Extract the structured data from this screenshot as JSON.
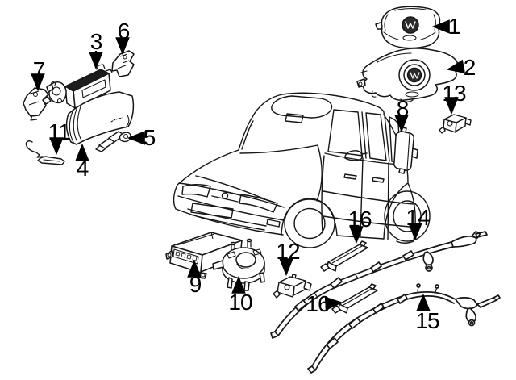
{
  "canvas": {
    "background": "#ffffff",
    "line_color": "#161616",
    "label_color": "#000000"
  },
  "callouts": [
    {
      "id": "1",
      "label": "1"
    },
    {
      "id": "2",
      "label": "2"
    },
    {
      "id": "3",
      "label": "3"
    },
    {
      "id": "4",
      "label": "4"
    },
    {
      "id": "5",
      "label": "5"
    },
    {
      "id": "6",
      "label": "6"
    },
    {
      "id": "7",
      "label": "7"
    },
    {
      "id": "8",
      "label": "8"
    },
    {
      "id": "9",
      "label": "9"
    },
    {
      "id": "10",
      "label": "10"
    },
    {
      "id": "11",
      "label": "11"
    },
    {
      "id": "12",
      "label": "12"
    },
    {
      "id": "13",
      "label": "13"
    },
    {
      "id": "14",
      "label": "14"
    },
    {
      "id": "15",
      "label": "15"
    },
    {
      "id": "16a",
      "label": "16"
    },
    {
      "id": "16b",
      "label": "16"
    }
  ]
}
